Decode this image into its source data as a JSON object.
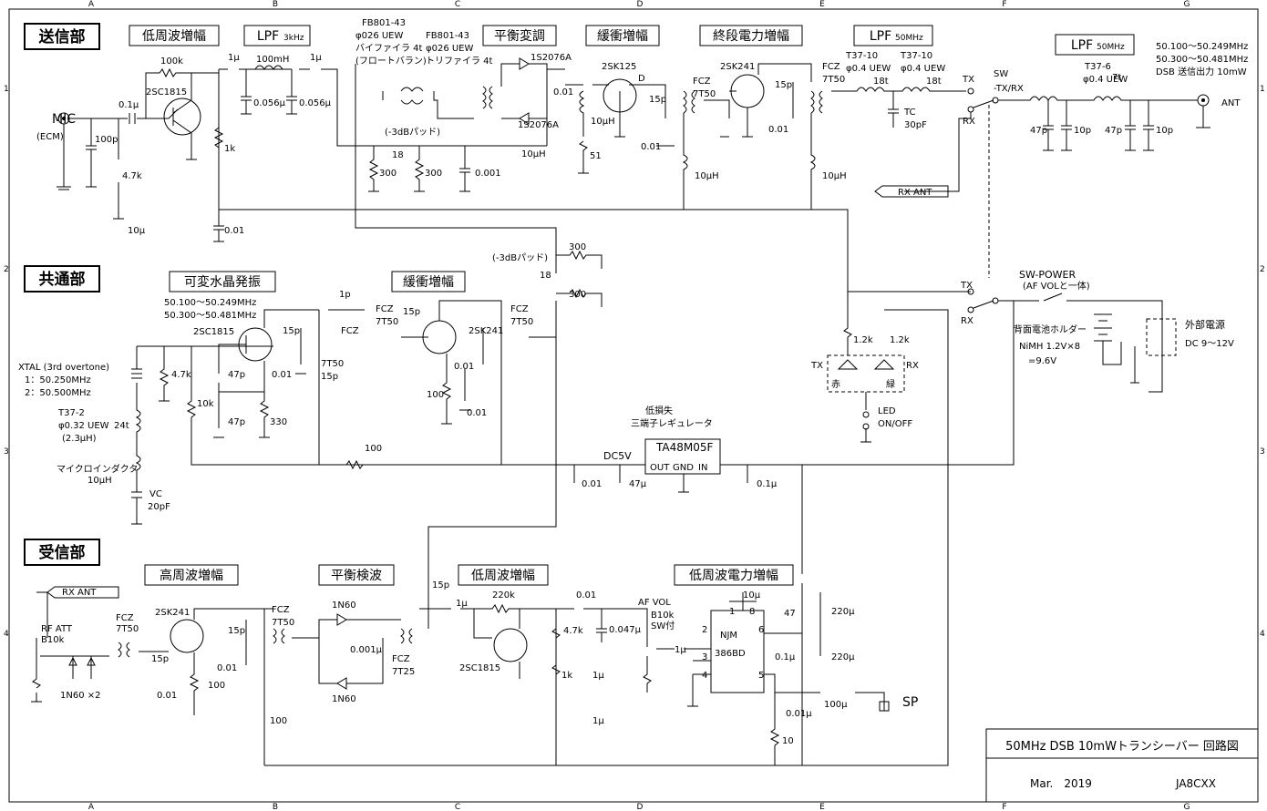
{
  "sections": [
    {
      "label": "送信部"
    },
    {
      "label": "共通部"
    },
    {
      "label": "受信部"
    }
  ],
  "blocks": [
    {
      "label": "低周波増幅"
    },
    {
      "label": "LPF",
      "sub": "3kHz"
    },
    {
      "label": "平衡変調"
    },
    {
      "label": "緩衝増幅"
    },
    {
      "label": "終段電力増幅"
    },
    {
      "label": "LPF",
      "sub": "50MHz"
    },
    {
      "label": "LPF",
      "sub": "50MHz"
    },
    {
      "label": "可変水晶発振"
    },
    {
      "label": "緩衝増幅"
    },
    {
      "label": "高周波増幅"
    },
    {
      "label": "平衡検波"
    },
    {
      "label": "低周波増幅"
    },
    {
      "label": "低周波電力増幅"
    }
  ],
  "grid": {
    "columns": [
      "A",
      "B",
      "C",
      "D",
      "E",
      "F",
      "G"
    ],
    "rows": [
      "1",
      "2",
      "3",
      "4"
    ]
  },
  "labels": [
    "MIC",
    "(ECM)",
    "0.1μ",
    "100p",
    "4.7k",
    "10μ",
    "100k",
    "2SC1815",
    "1k",
    "0.01",
    "1μ",
    "100mH",
    "1μ",
    "0.056μ",
    "0.056μ",
    "FB801-43",
    "φ026 UEW",
    "バイファイラ 4t",
    "(フロートバラン)",
    "FB801-43",
    "φ026 UEW",
    "トリファイラ 4t",
    "1S2076A",
    "1S2076A",
    "(-3dBパッド)",
    "18",
    "300",
    "300",
    "0.001",
    "0.01",
    "10μH",
    "10μH",
    "51",
    "2SK125",
    "D",
    "15p",
    "0.01",
    "FCZ",
    "7T50",
    "10μH",
    "2SK241",
    "15p",
    "0.01",
    "FCZ",
    "7T50",
    "10μH",
    "T37-10",
    "φ0.4 UEW",
    "18t",
    "T37-10",
    "φ0.4 UEW",
    "18t",
    "TC",
    "30pF",
    "TX",
    "RX",
    "SW",
    "-TX/RX",
    "RX ANT",
    "T37-6",
    "φ0.4 UEW",
    "7t",
    "47p",
    "10p",
    "47p",
    "10p",
    "ANT",
    "50.100～50.249MHz",
    "50.300～50.481MHz",
    "DSB 送信出力 10mW",
    "(-3dBパッド)",
    "300",
    "18",
    "300",
    "50.100～50.249MHz",
    "50.300～50.481MHz",
    "1p",
    "2SC1815",
    "15p",
    "0.01",
    "FCZ",
    "7T50",
    "47p",
    "47p",
    "330",
    "4.7k",
    "10k",
    "FCZ",
    "7T50",
    "15p",
    "2SK241",
    "15p",
    "FCZ",
    "7T50",
    "0.01",
    "100",
    "0.01",
    "XTAL (3rd overtone)",
    "1：50.250MHz",
    "2：50.500MHz",
    "T37-2",
    "φ0.32 UEW",
    "24t",
    "(2.3μH)",
    "マイクロインダクタ",
    "10μH",
    "VC",
    "20pF",
    "100",
    "DC5V",
    "0.01",
    "47μ",
    "低損失",
    "三端子レギュレータ",
    "TA48M05F",
    "OUT",
    "GND",
    "IN",
    "0.1μ",
    "TX",
    "RX",
    "SW-POWER",
    "(AF VOLと一体)",
    "背面電池ホルダー",
    "NiMH 1.2V×8",
    "=9.6V",
    "外部電源",
    "DC 9～12V",
    "1.2k",
    "1.2k",
    "TX",
    "RX",
    "赤",
    "緑",
    "LED",
    "ON/OFF",
    "RX ANT",
    "RF ATT",
    "B10k",
    "1N60 ×2",
    "FCZ",
    "7T50",
    "15p",
    "2SK241",
    "0.01",
    "100",
    "15p",
    "FCZ",
    "7T50",
    "0.01",
    "100",
    "1N60",
    "1N60",
    "0.001μ",
    "FCZ",
    "7T25",
    "15p",
    "1μ",
    "220k",
    "2SC1815",
    "4.7k",
    "1k",
    "1μ",
    "0.01",
    "1μ",
    "0.047μ",
    "AF VOL",
    "B10k",
    "SW付",
    "1μ",
    "NJM",
    "386BD",
    "2",
    "3",
    "4",
    "5",
    "6",
    "8",
    "1",
    "10μ",
    "47",
    "220μ",
    "0.1μ",
    "220μ",
    "0.01μ",
    "100μ",
    "10",
    "SP"
  ],
  "title_block": {
    "title": "50MHz DSB 10mWトランシーバー 回路図",
    "date": "Mar.　2019",
    "author": "JA8CXX"
  },
  "colors": {
    "ink": "#000000",
    "background": "#ffffff"
  }
}
